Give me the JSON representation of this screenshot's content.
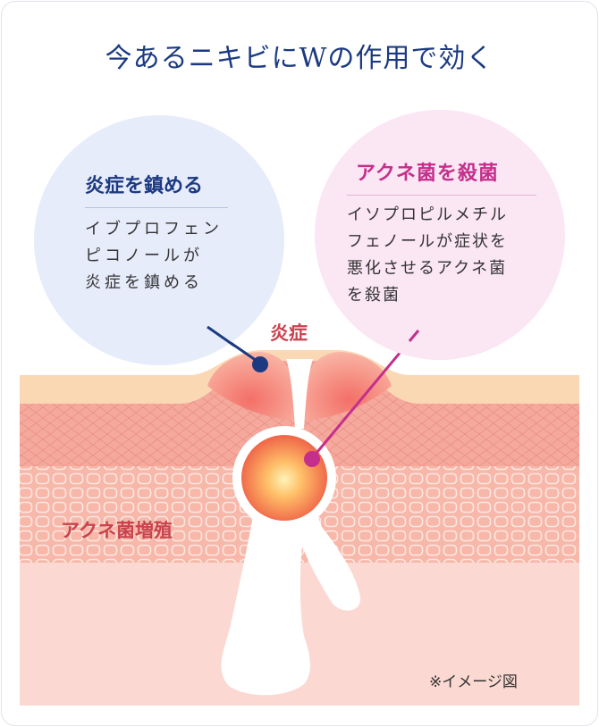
{
  "title": "今あるニキビにWの作用で効く",
  "left_bubble": {
    "heading": "炎症を鎮める",
    "body": "イブプロフェン\nピコノールが\n炎症を鎮める"
  },
  "right_bubble": {
    "heading": "アクネ菌を殺菌",
    "body": "イソプロピルメチル\nフェノールが症状を\n悪化させるアクネ菌\nを殺菌"
  },
  "labels": {
    "inflammation": "炎症",
    "acne_growth": "アクネ菌増殖"
  },
  "note": "※イメージ図",
  "colors": {
    "title": "#1c3a82",
    "accent_blue": "#1c3a82",
    "accent_pink": "#c42f8b",
    "label_red": "#c8434e",
    "bubble_blue": "#e7ecfb",
    "bubble_pink": "#fbe6f4",
    "skin_top": "#fbd8b4",
    "skin_mid": "#f5a99c",
    "skin_low": "#fbd9d2"
  }
}
